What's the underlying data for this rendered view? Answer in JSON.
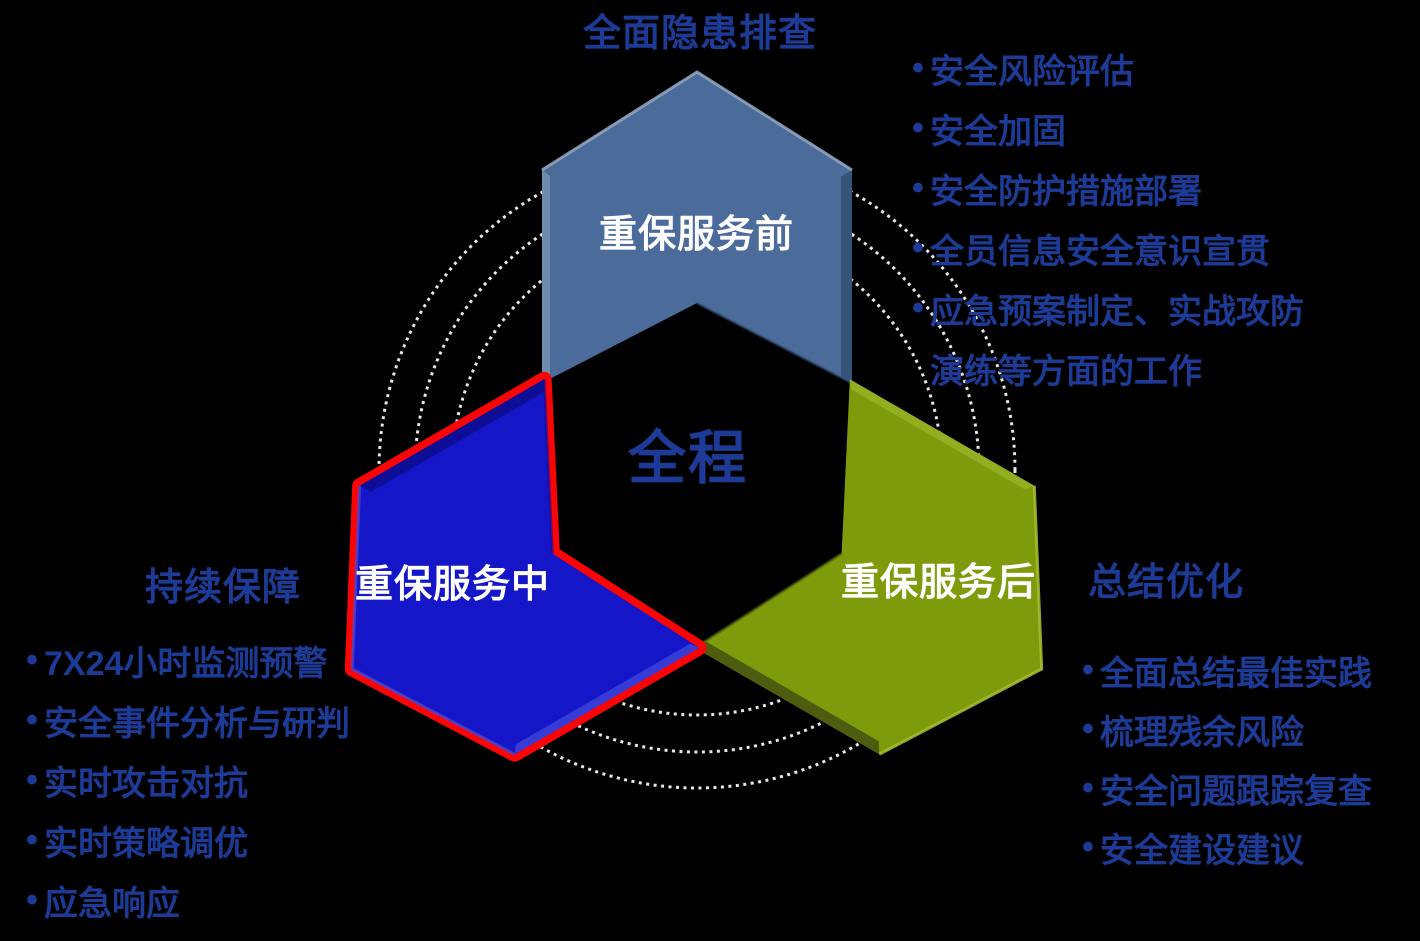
{
  "diagram": {
    "center_label": "全程",
    "phase_pre_label": "重保服务前",
    "phase_mid_label": "重保服务中",
    "phase_post_label": "重保服务后"
  },
  "sections": {
    "pre": {
      "title": "全面隐患排查",
      "items": [
        "安全风险评估",
        "安全加固",
        "安全防护措施部署",
        "全员信息安全意识宣贯",
        "应急预案制定、实战攻防",
        "演练等方面的工作"
      ]
    },
    "mid": {
      "title": "持续保障",
      "items": [
        "7X24小时监测预警",
        "安全事件分析与研判",
        "实时攻击对抗",
        "实时策略调优",
        "应急响应"
      ]
    },
    "post": {
      "title": "总结优化",
      "items": [
        "全面总结最佳实践",
        "梳理残余风险",
        "安全问题跟踪复查",
        "安全建设建议"
      ]
    }
  },
  "bullet_glyph": "•",
  "colors": {
    "background": "#000000",
    "text_navy": "#1D3B96",
    "label_white": "#FFFFFF",
    "circle_dots": "#E8E8E8",
    "pre_base": "#4B6C9A",
    "pre_dark": "#36537A",
    "pre_light": "#96AAC3",
    "mid_base": "#7D9B0A",
    "mid_dark": "#4D5C0E",
    "mid_light": "#A9C135",
    "post_base": "#1416C8",
    "post_dark": "#0D0D96",
    "post_light": "#464BDC",
    "post_outline": "#FA0505"
  }
}
